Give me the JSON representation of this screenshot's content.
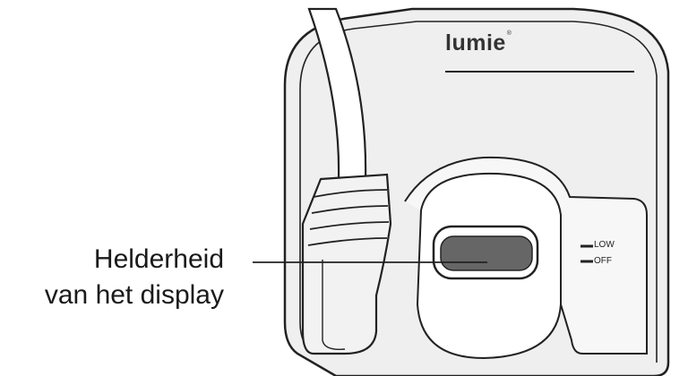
{
  "device": {
    "brand": "Lumie",
    "brand_text": "Lumie",
    "registered_mark": "®"
  },
  "switch": {
    "position_low": "LOW",
    "position_off": "OFF"
  },
  "callout": {
    "line1": "Helderheid",
    "line2": "van het display"
  },
  "colors": {
    "outline": "#222222",
    "body_fill": "#efefef",
    "panel_fill": "#f7f7f7",
    "slider_fill": "#666666",
    "background": "#ffffff"
  }
}
